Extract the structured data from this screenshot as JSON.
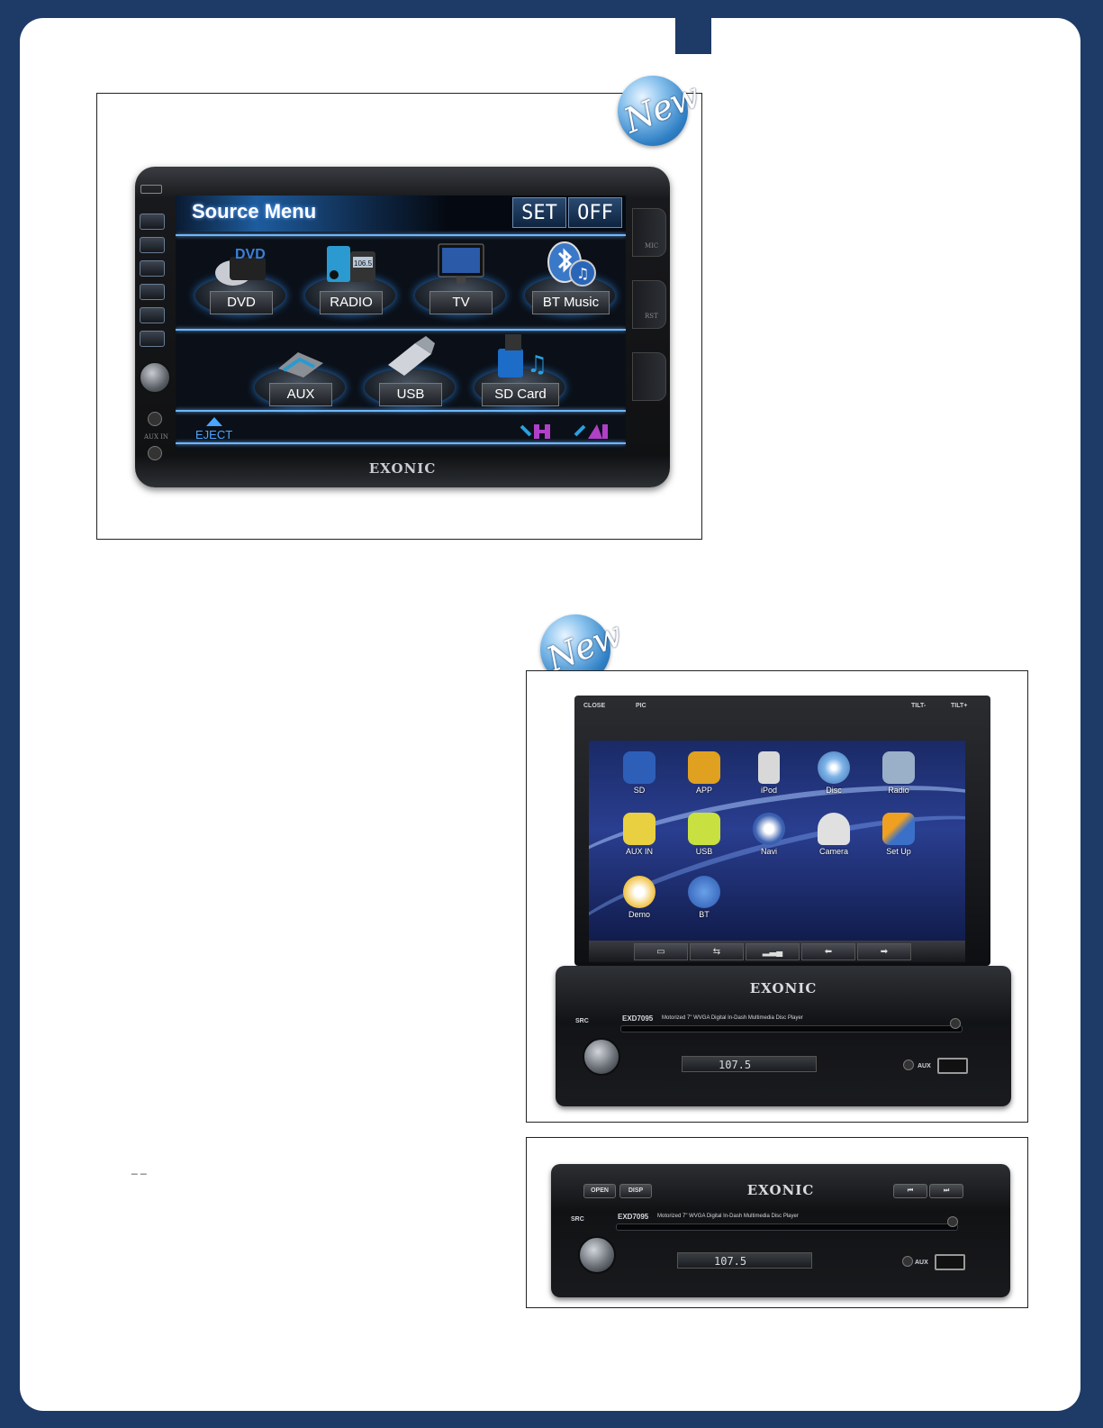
{
  "colors": {
    "border_blue": "#1e3a66",
    "accent_blue": "#4aa6ff",
    "page": "#ffffff"
  },
  "badges": {
    "new": "New"
  },
  "unit1": {
    "title": "Source Menu",
    "set_label": "SET",
    "off_label": "OFF",
    "sources": [
      {
        "label": "DVD",
        "icon": "dvd-icon"
      },
      {
        "label": "RADIO",
        "icon": "radio-icon",
        "freq": "106.5"
      },
      {
        "label": "TV",
        "icon": "tv-icon"
      },
      {
        "label": "BT Music",
        "icon": "bluetooth-music-icon"
      },
      {
        "label": "AUX",
        "icon": "aux-icon"
      },
      {
        "label": "USB",
        "icon": "usb-icon"
      },
      {
        "label": "SD Card",
        "icon": "sd-card-icon"
      }
    ],
    "eject_label": "EJECT",
    "brand": "EXONIC",
    "side_labels": {
      "mic": "MIC",
      "rst": "RST",
      "aux_in": "AUX IN"
    }
  },
  "unit2": {
    "top_labels": [
      "CLOSE",
      "PIC",
      "TILT-",
      "TILT+"
    ],
    "apps": [
      {
        "label": "SD",
        "icon": "sd-icon",
        "color": "#2d5fb8"
      },
      {
        "label": "APP",
        "icon": "app-icon",
        "color": "#e0a020"
      },
      {
        "label": "iPod",
        "icon": "ipod-icon",
        "color": "#d8d8d8"
      },
      {
        "label": "Disc",
        "icon": "disc-icon",
        "color": "#7fb4e8"
      },
      {
        "label": "Radio",
        "icon": "radio-icon",
        "color": "#9ab0c8"
      },
      {
        "label": "AUX IN",
        "icon": "aux-in-icon",
        "color": "#e8d040"
      },
      {
        "label": "USB",
        "icon": "usb-icon",
        "color": "#c8e040"
      },
      {
        "label": "Navi",
        "icon": "compass-icon",
        "color": "#3a60b0"
      },
      {
        "label": "Camera",
        "icon": "camera-icon",
        "color": "#e0e0e0"
      },
      {
        "label": "Set Up",
        "icon": "tools-icon",
        "color": "#f0a020"
      },
      {
        "label": "Demo",
        "icon": "demo-icon",
        "color": "#f0c040"
      },
      {
        "label": "BT",
        "icon": "bluetooth-icon",
        "color": "#3a70c8"
      }
    ],
    "brand": "EXONIC",
    "model": "EXD7095",
    "model_desc": "Motorized 7\" WVGA Digital In-Dash Multimedia Disc Player",
    "src": "SRC",
    "aux": "AUX",
    "display": "107.5"
  },
  "unit3": {
    "open": "OPEN",
    "disp": "DISP",
    "prev": "⏮",
    "next": "⏭",
    "brand": "EXONIC",
    "model": "EXD7095",
    "model_desc": "Motorized 7\" WVGA Digital In-Dash Multimedia Disc Player",
    "src": "SRC",
    "aux": "AUX",
    "display": "107.5"
  },
  "footnote": "_      _"
}
